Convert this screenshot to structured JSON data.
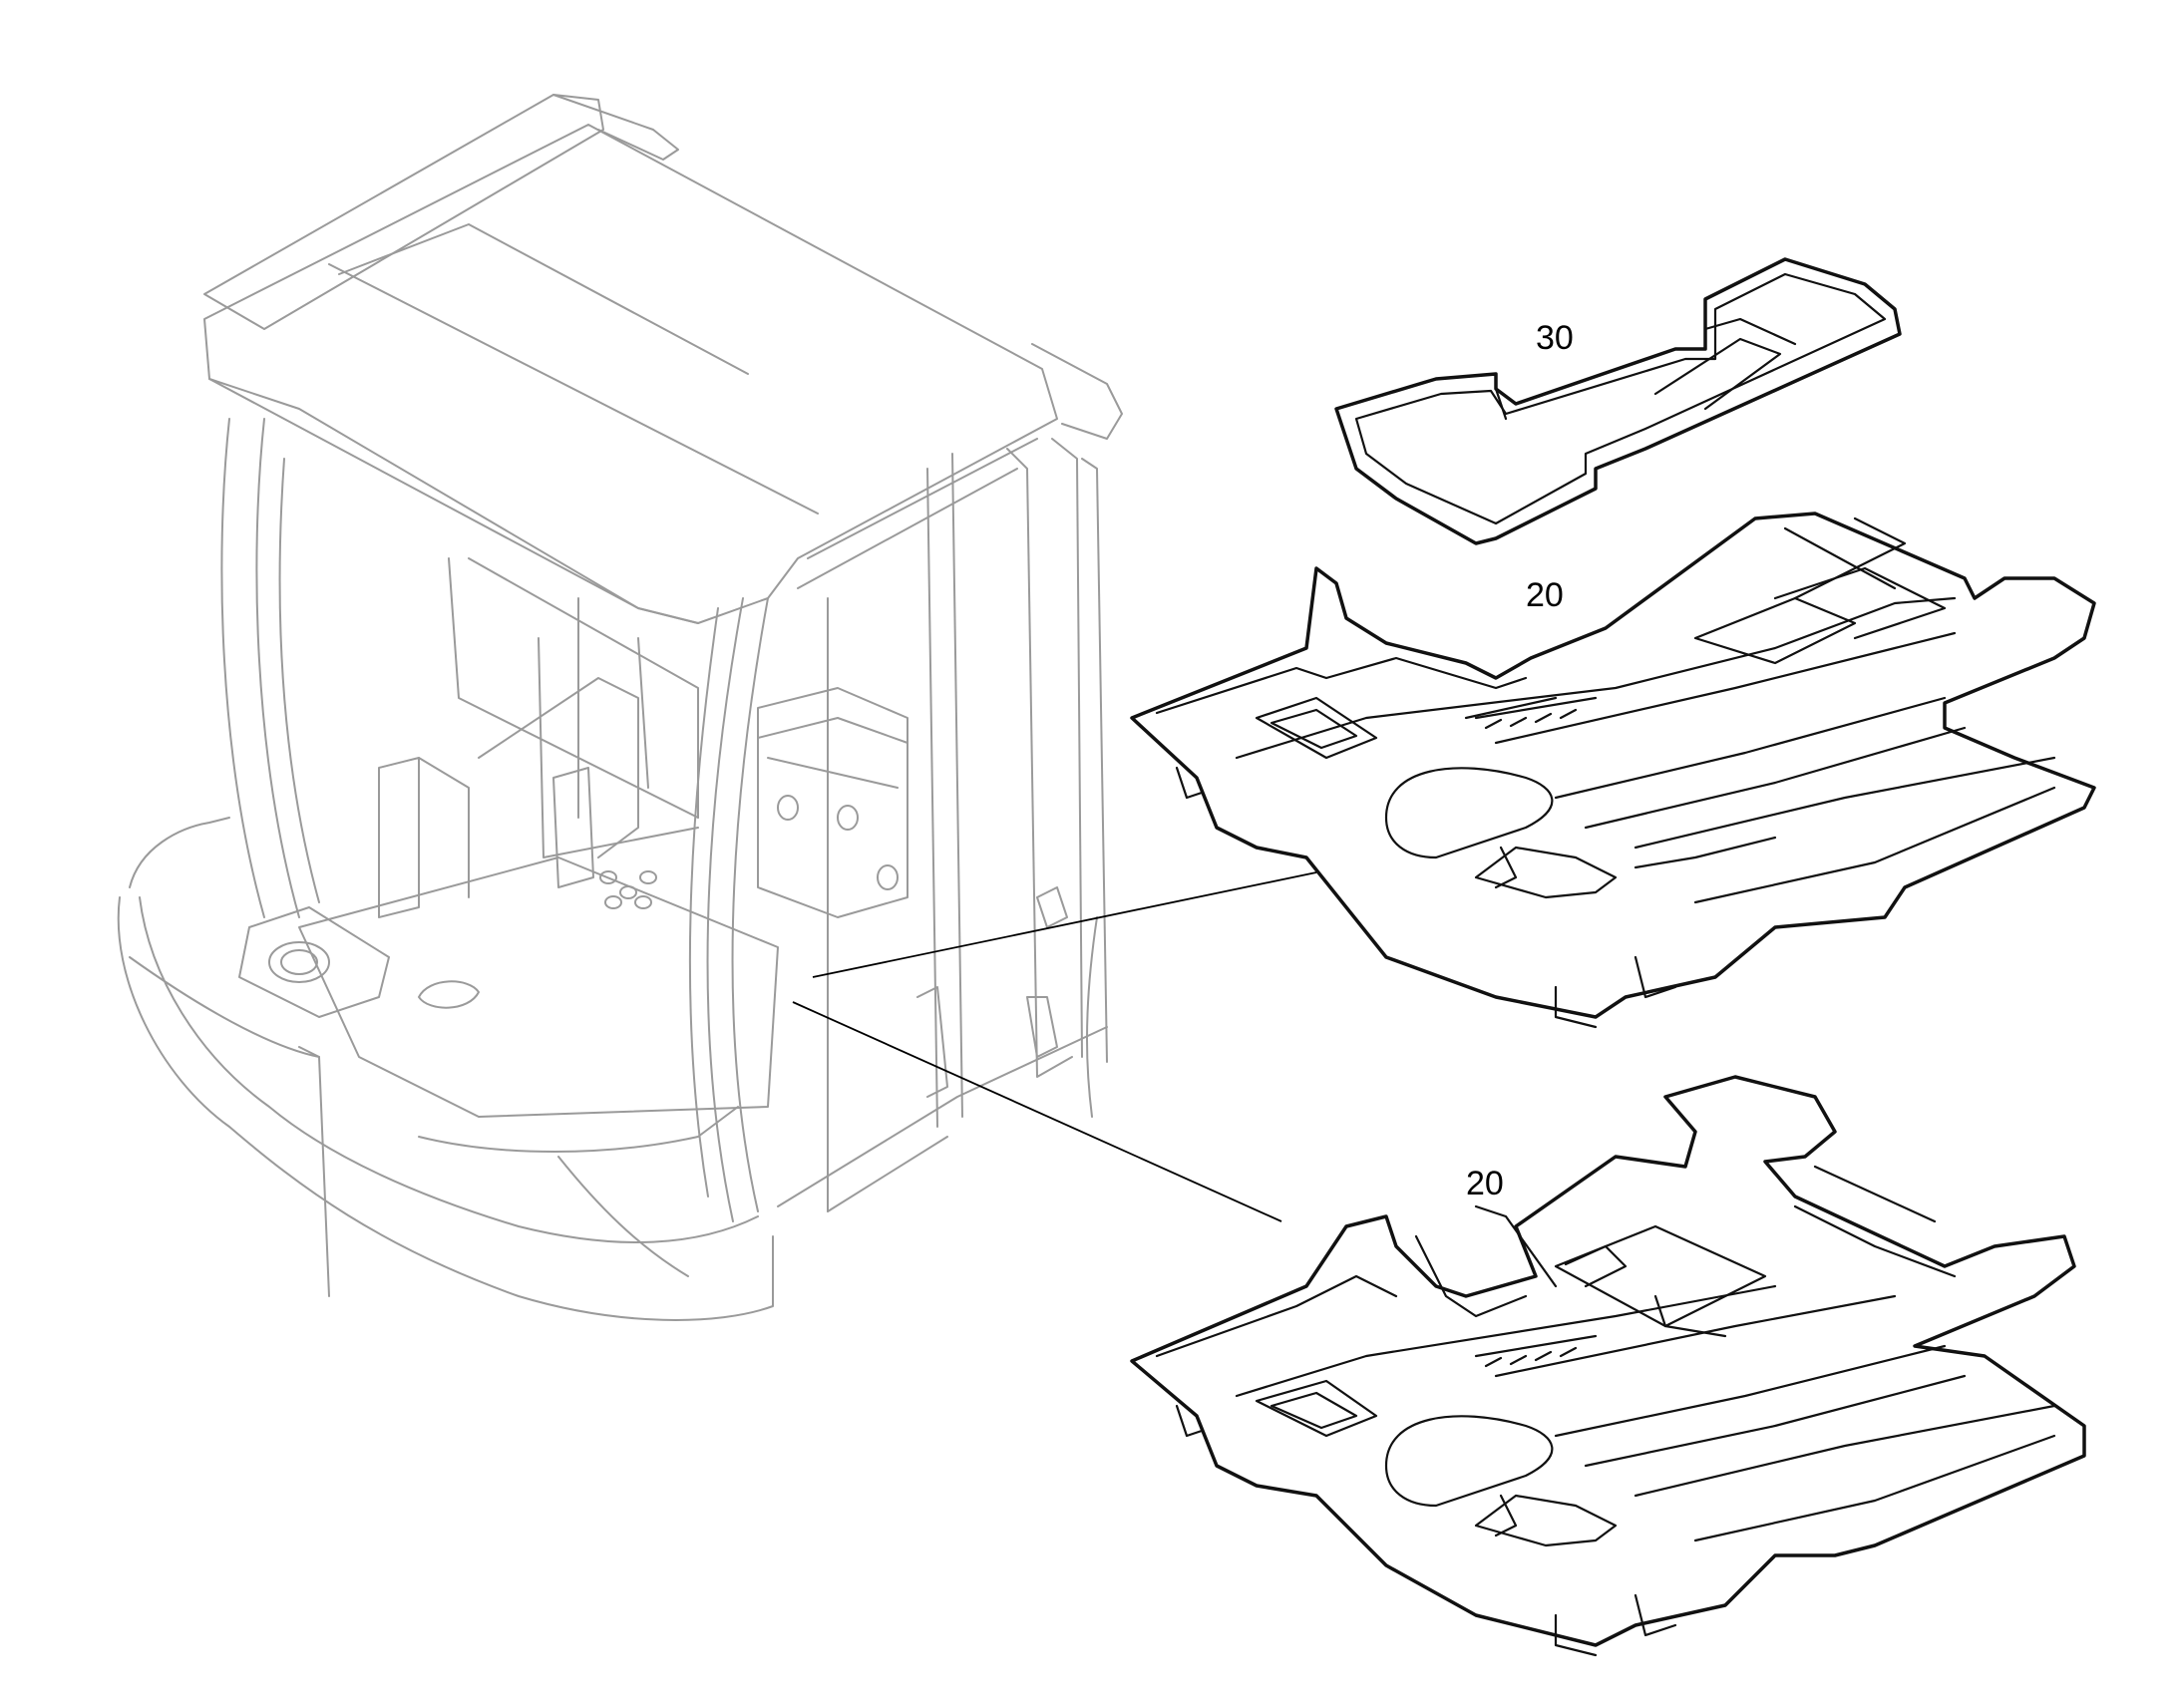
{
  "callouts": {
    "mat_30": "30",
    "floor_mat_20_upper": "20",
    "floor_mat_20_lower": "20"
  },
  "colors": {
    "cab_outline": "#9a9a9a",
    "part_outline": "#111111",
    "background": "#ffffff"
  }
}
